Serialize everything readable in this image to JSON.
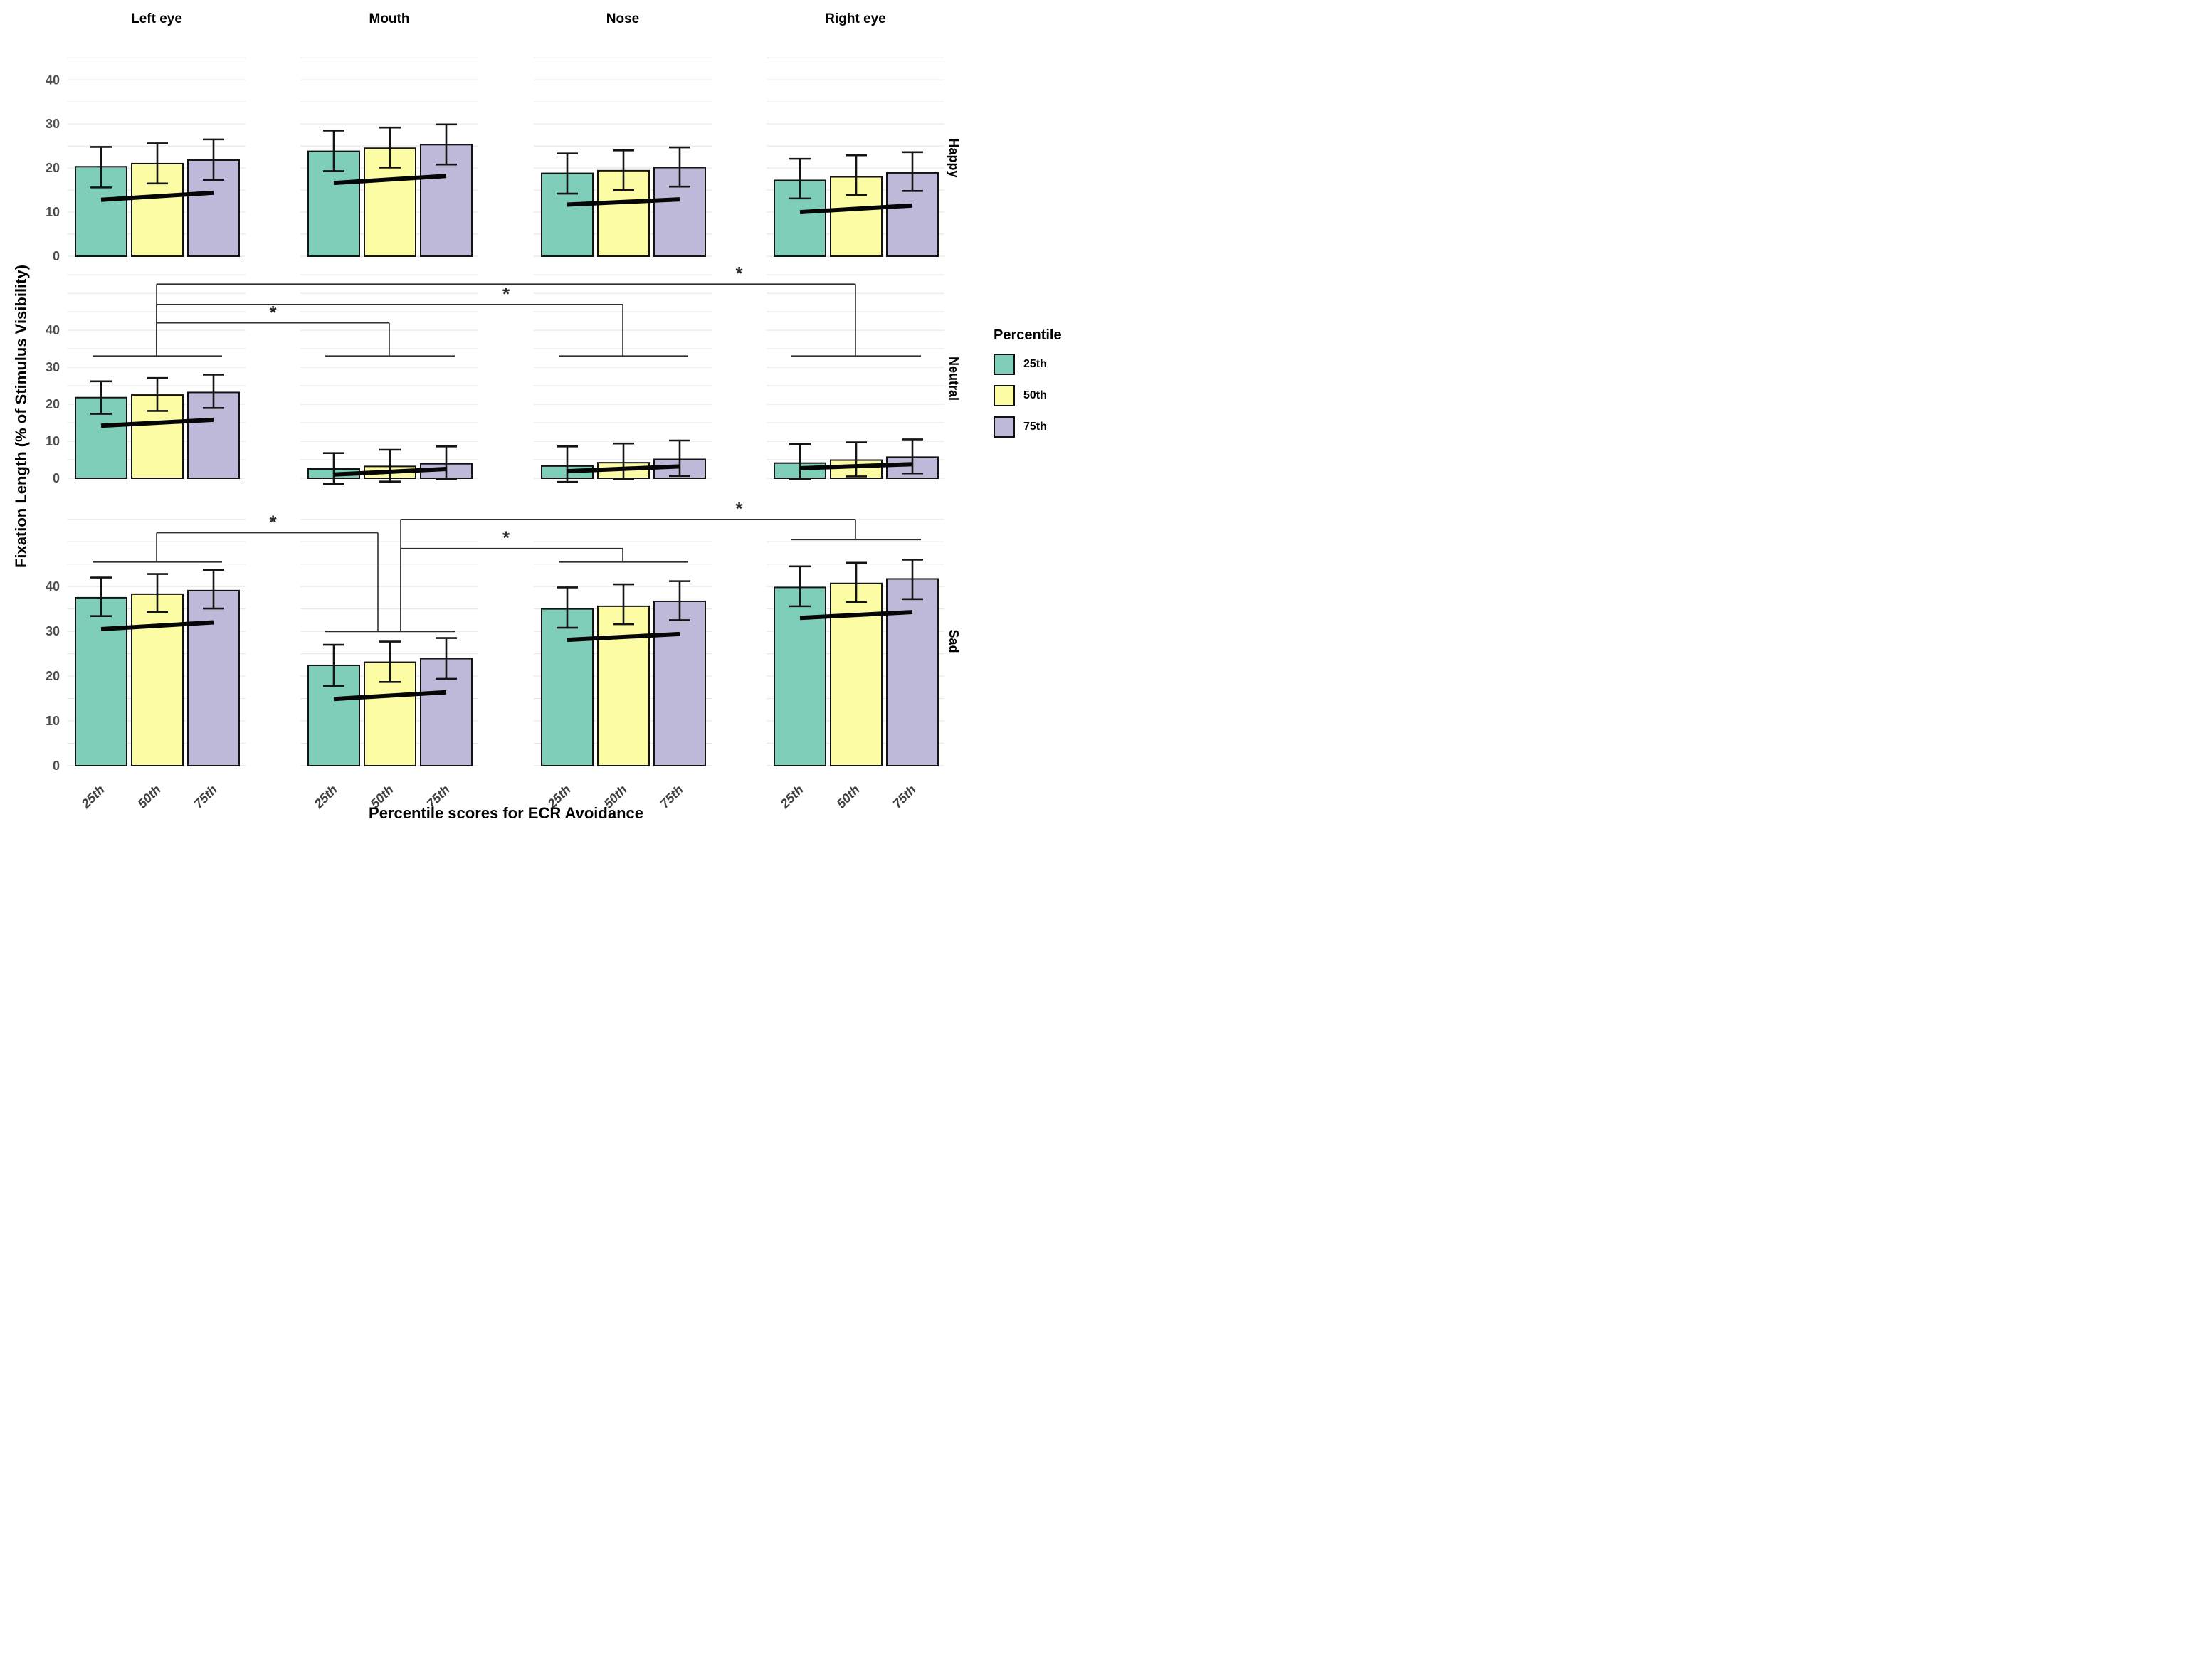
{
  "figure": {
    "y_axis_title": "Fixation Length (% of Stimulus Visibility)",
    "x_axis_title": "Percentile scores for ECR Avoidance",
    "background_color": "#ffffff",
    "gridline_color": "#e8e8e8",
    "tick_label_color": "#4d4d4d",
    "bar_outline_color": "#141414",
    "bracket_color": "#2e2e2e",
    "sig_symbol": "*"
  },
  "legend": {
    "title": "Percentile",
    "items": [
      {
        "label": "25th",
        "color": "#7fceba"
      },
      {
        "label": "50th",
        "color": "#fcfca5"
      },
      {
        "label": "75th",
        "color": "#beb9d8"
      }
    ]
  },
  "chart_data": {
    "type": "bar",
    "title": "",
    "xlabel": "Percentile scores for ECR Avoidance",
    "ylabel": "Fixation Length (% of Stimulus Visibility)",
    "col_facets": [
      "Left eye",
      "Mouth",
      "Nose",
      "Right eye"
    ],
    "row_facets": [
      "Happy",
      "Neutral",
      "Sad"
    ],
    "categories": [
      "25th",
      "50th",
      "75th"
    ],
    "series_colors": [
      "#7fceba",
      "#fcfca5",
      "#beb9d8"
    ],
    "y_tick_labels": [
      0,
      10,
      20,
      30,
      40
    ],
    "grid_step": 5,
    "row_ylim": {
      "Happy": [
        -2,
        46.5
      ],
      "Neutral": [
        -2.2,
        56
      ],
      "Sad": [
        -2,
        57.5
      ]
    },
    "grid_max": {
      "Happy": 45,
      "Neutral": 55,
      "Sad": 55
    },
    "panels": [
      {
        "row": "Happy",
        "col": "Left eye",
        "values": [
          20.3,
          21.0,
          21.8
        ],
        "err_low": [
          15.6,
          16.5,
          17.3
        ],
        "err_high": [
          24.8,
          25.6,
          26.5
        ],
        "trend": [
          12.8,
          14.4
        ]
      },
      {
        "row": "Happy",
        "col": "Mouth",
        "values": [
          23.8,
          24.5,
          25.3
        ],
        "err_low": [
          19.3,
          20.1,
          20.8
        ],
        "err_high": [
          28.5,
          29.2,
          29.9
        ],
        "trend": [
          16.6,
          18.2
        ]
      },
      {
        "row": "Happy",
        "col": "Nose",
        "values": [
          18.8,
          19.4,
          20.1
        ],
        "err_low": [
          14.2,
          15.0,
          15.8
        ],
        "err_high": [
          23.3,
          24.0,
          24.7
        ],
        "trend": [
          11.7,
          12.9
        ]
      },
      {
        "row": "Happy",
        "col": "Right eye",
        "values": [
          17.2,
          18.0,
          18.9
        ],
        "err_low": [
          13.1,
          13.9,
          14.8
        ],
        "err_high": [
          22.1,
          22.9,
          23.6
        ],
        "trend": [
          10.0,
          11.5
        ]
      },
      {
        "row": "Neutral",
        "col": "Left eye",
        "values": [
          21.8,
          22.5,
          23.2
        ],
        "err_low": [
          17.4,
          18.2,
          19.0
        ],
        "err_high": [
          26.2,
          27.1,
          28.0
        ],
        "trend": [
          14.2,
          15.8
        ]
      },
      {
        "row": "Neutral",
        "col": "Mouth",
        "values": [
          2.5,
          3.2,
          3.9
        ],
        "err_low": [
          -1.5,
          -0.9,
          -0.2
        ],
        "err_high": [
          6.8,
          7.7,
          8.6
        ],
        "trend": [
          1.0,
          2.5
        ]
      },
      {
        "row": "Neutral",
        "col": "Nose",
        "values": [
          3.3,
          4.2,
          5.1
        ],
        "err_low": [
          -1.0,
          -0.2,
          0.6
        ],
        "err_high": [
          8.6,
          9.4,
          10.2
        ],
        "trend": [
          1.9,
          3.2
        ]
      },
      {
        "row": "Neutral",
        "col": "Right eye",
        "values": [
          4.1,
          4.9,
          5.7
        ],
        "err_low": [
          -0.3,
          0.5,
          1.3
        ],
        "err_high": [
          9.2,
          9.7,
          10.5
        ],
        "trend": [
          2.7,
          3.8
        ]
      },
      {
        "row": "Sad",
        "col": "Left eye",
        "values": [
          37.5,
          38.3,
          39.1
        ],
        "err_low": [
          33.4,
          34.3,
          35.1
        ],
        "err_high": [
          42.0,
          42.8,
          43.7
        ],
        "trend": [
          30.5,
          32.0
        ]
      },
      {
        "row": "Sad",
        "col": "Mouth",
        "values": [
          22.4,
          23.1,
          23.9
        ],
        "err_low": [
          17.8,
          18.7,
          19.4
        ],
        "err_high": [
          27.0,
          27.7,
          28.5
        ],
        "trend": [
          14.9,
          16.4
        ]
      },
      {
        "row": "Sad",
        "col": "Nose",
        "values": [
          35.0,
          35.6,
          36.7
        ],
        "err_low": [
          30.8,
          31.6,
          32.5
        ],
        "err_high": [
          39.8,
          40.5,
          41.2
        ],
        "trend": [
          28.1,
          29.4
        ]
      },
      {
        "row": "Sad",
        "col": "Right eye",
        "values": [
          39.8,
          40.7,
          41.7
        ],
        "err_low": [
          35.6,
          36.5,
          37.2
        ],
        "err_high": [
          44.5,
          45.3,
          46.0
        ],
        "trend": [
          33.0,
          34.3
        ]
      }
    ],
    "significance": [
      {
        "row": "Neutral",
        "base_lines": [
          {
            "col": 0,
            "y": 33
          },
          {
            "col": 1,
            "y": 33
          },
          {
            "col": 2,
            "y": 33
          },
          {
            "col": 3,
            "y": 33
          }
        ],
        "comparisons": [
          {
            "from_col": 0,
            "to_col": 1,
            "level": 42,
            "from_dx": 0,
            "to_dx": 0,
            "star_between": [
              0,
              1
            ],
            "label": "*"
          },
          {
            "from_col": 0,
            "to_col": 2,
            "level": 47,
            "from_dx": 0,
            "to_dx": 0,
            "star_between": [
              1,
              2
            ],
            "label": "*"
          },
          {
            "from_col": 0,
            "to_col": 3,
            "level": 52.5,
            "from_dx": 0,
            "to_dx": 0,
            "star_between": [
              2,
              3
            ],
            "label": "*"
          }
        ]
      },
      {
        "row": "Sad",
        "base_lines": [
          {
            "col": 0,
            "y": 45.5
          },
          {
            "col": 1,
            "y": 30
          },
          {
            "col": 2,
            "y": 45.5
          },
          {
            "col": 3,
            "y": 50.5
          }
        ],
        "comparisons": [
          {
            "from_col": 0,
            "to_col": 1,
            "level": 52,
            "from_dx": 0,
            "to_dx": -16,
            "star_between": [
              0,
              1
            ],
            "label": "*"
          },
          {
            "from_col": 1,
            "to_col": 2,
            "level": 48.5,
            "from_dx": 16,
            "to_dx": 0,
            "star_between": [
              1,
              2
            ],
            "label": "*"
          },
          {
            "from_col": 1,
            "to_col": 3,
            "level": 55,
            "from_dx": 16,
            "to_dx": 0,
            "star_between": [
              2,
              3
            ],
            "label": "*"
          }
        ]
      }
    ]
  }
}
